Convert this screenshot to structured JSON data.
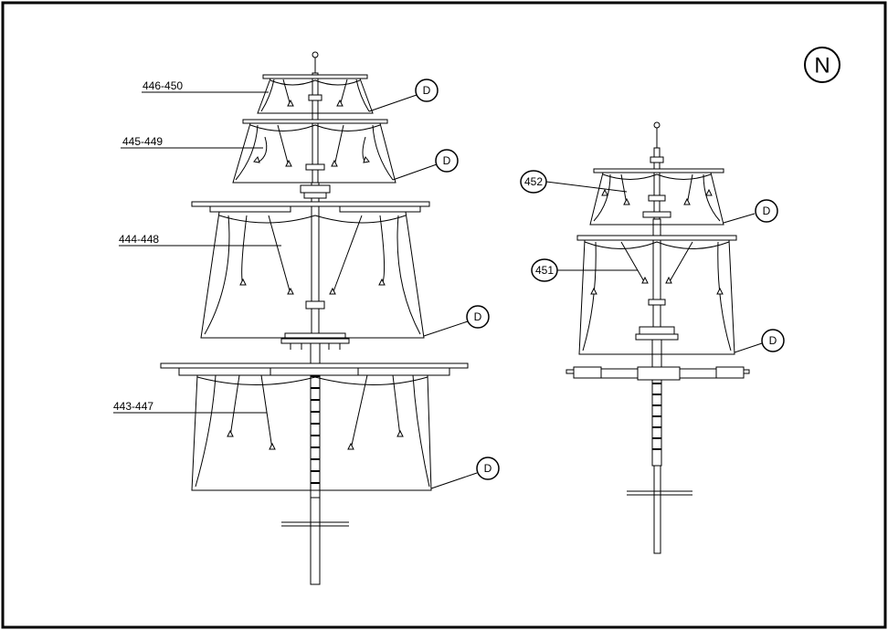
{
  "sheet": {
    "letter": "N"
  },
  "main_mast": {
    "callouts": [
      {
        "id": "top",
        "part_range": "446-450",
        "detail": "D"
      },
      {
        "id": "upper",
        "part_range": "445-449",
        "detail": "D"
      },
      {
        "id": "middle",
        "part_range": "444-448",
        "detail": "D"
      },
      {
        "id": "lower",
        "part_range": "443-447",
        "detail": "D"
      }
    ]
  },
  "secondary_mast": {
    "callouts": [
      {
        "id": "upper",
        "part_number": "452",
        "detail": "D"
      },
      {
        "id": "lower",
        "part_number": "451",
        "detail": "D"
      }
    ]
  },
  "colors": {
    "ink": "#000000",
    "paper": "#ffffff",
    "mast_shade": "#e6e6e6"
  }
}
